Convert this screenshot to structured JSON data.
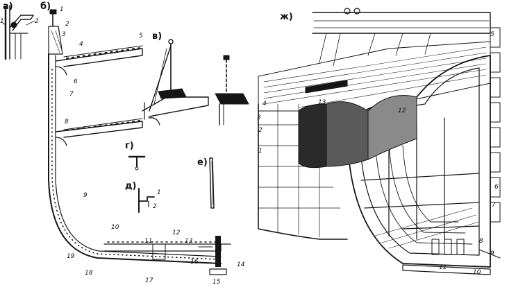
{
  "panels": {
    "a": "а)",
    "b": "б)",
    "v": "в)",
    "g": "г)",
    "d": "д)",
    "e": "е)",
    "zh": "ж)"
  },
  "callouts": {
    "a": [
      "1",
      "2"
    ],
    "b": [
      "1",
      "2",
      "3",
      "4",
      "5",
      "6",
      "7",
      "8",
      "9",
      "10",
      "11",
      "12",
      "13",
      "14",
      "15",
      "16",
      "17",
      "18",
      "19"
    ],
    "d": [
      "1",
      "2"
    ],
    "zh": [
      "1",
      "2",
      "3",
      "4",
      "5",
      "6",
      "7",
      "8",
      "9",
      "10",
      "11",
      "12",
      "13"
    ]
  }
}
